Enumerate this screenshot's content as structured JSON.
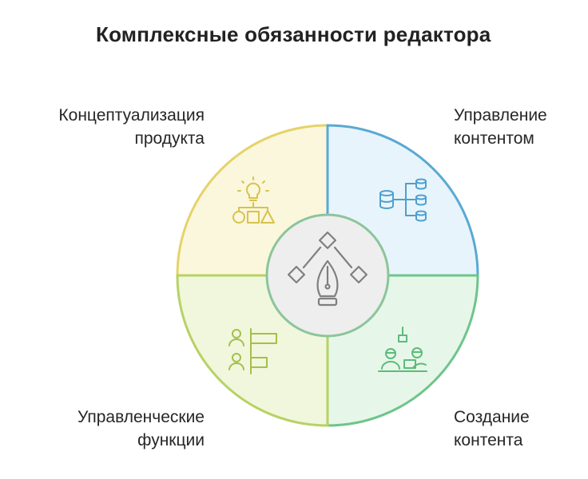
{
  "title": "Комплексные обязанности редактора",
  "segments": {
    "top_left": {
      "label": "Концептуализация\nпродукта",
      "fill": "#fbf7dc",
      "stroke": "#e5d36b",
      "icon": "idea-shapes-icon"
    },
    "top_right": {
      "label": "Управление\nконтентом",
      "fill": "#e8f4fb",
      "stroke": "#5aa9d4",
      "icon": "database-hierarchy-icon"
    },
    "bottom_left": {
      "label": "Управленческие\nфункции",
      "fill": "#f1f7dc",
      "stroke": "#b7d263",
      "icon": "team-roles-icon"
    },
    "bottom_right": {
      "label": "Создание\nконтента",
      "fill": "#e6f7ea",
      "stroke": "#6ec58a",
      "icon": "people-at-laptop-icon"
    }
  },
  "center": {
    "fill": "#eeeeee",
    "stroke": "#8cc59a",
    "icon": "pen-tool-icon"
  }
}
